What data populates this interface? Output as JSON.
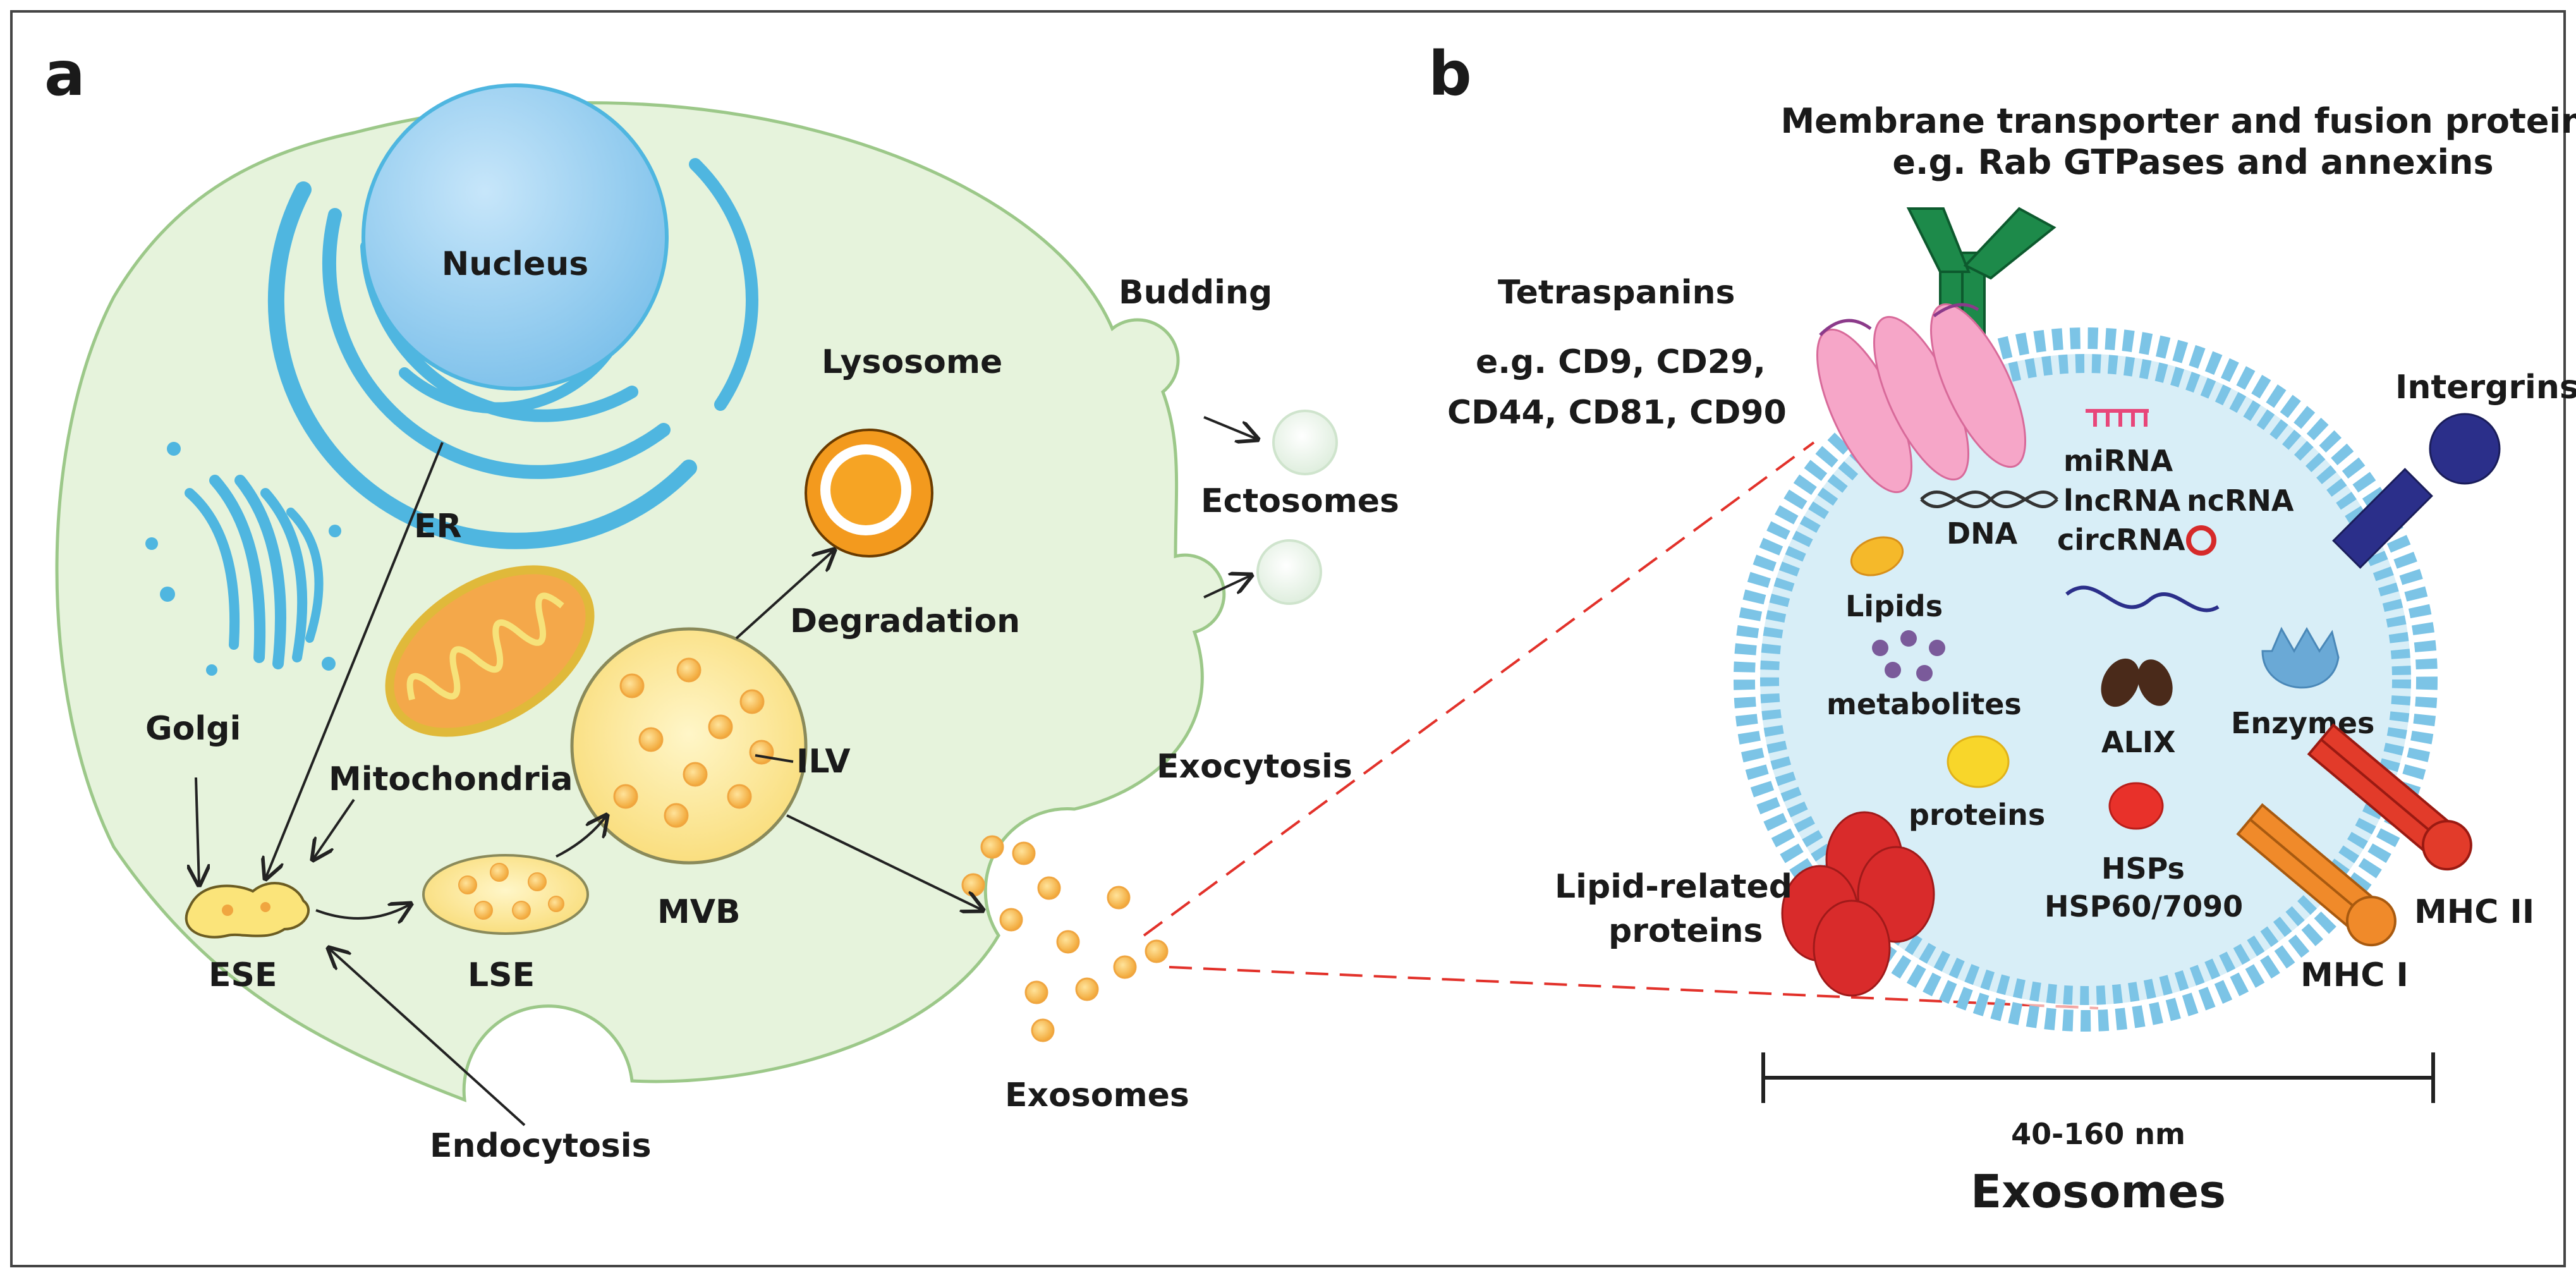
{
  "panels": {
    "a": {
      "letter": "a",
      "labels": {
        "nucleus": "Nucleus",
        "er": "ER",
        "golgi": "Golgi",
        "mitochondria": "Mitochondria",
        "lysosome": "Lysosome",
        "degradation": "Degradation",
        "ilv": "ILV",
        "mvb": "MVB",
        "ese": "ESE",
        "lse": "LSE",
        "endocytosis": "Endocytosis",
        "budding": "Budding",
        "ectosomes": "Ectosomes",
        "exocytosis": "Exocytosis",
        "exosomes": "Exosomes"
      }
    },
    "b": {
      "letter": "b",
      "labels": {
        "membrane_line1": "Membrane transporter and fusion proteins",
        "membrane_line2": "e.g. Rab GTPases and annexins",
        "tetraspanins": "Tetraspanins",
        "tetra_eg1": "e.g. CD9, CD29,",
        "tetra_eg2": "CD44, CD81, CD90",
        "intergrins": "Intergrins",
        "mirna": "miRNA",
        "lncrna": "lncRNA",
        "ncrna": "ncRNA",
        "circrna": "circRNA",
        "dna": "DNA",
        "lipids": "Lipids",
        "metabolites": "metabolites",
        "alix": "ALIX",
        "enzymes": "Enzymes",
        "proteins": "proteins",
        "hsps1": "HSPs",
        "hsps2": "HSP60/7090",
        "lipid_related1": "Lipid-related",
        "lipid_related2": "proteins",
        "mhc2": "MHC II",
        "mhc1": "MHC I",
        "scale": "40-160 nm",
        "title": "Exosomes"
      }
    }
  },
  "colors": {
    "cell_fill": "#e6f3dc",
    "cell_stroke": "#9cc889",
    "organelle_blue": "#4fb6e0",
    "nucleus_fill": "#a8d4f0",
    "vesicle_yellow": "#fbe89a",
    "ilv_orange": "#f6b94a",
    "lysosome_orange": "#f39a1e",
    "exosome_fill": "#d8eef7",
    "exosome_lipid": "#7cc4e6",
    "tetraspanin_pink": "#f6a6c8",
    "transporter_green": "#1d8a4a",
    "integrin_navy": "#2b2f8a",
    "mhc2_red": "#e23b2a",
    "mhc1_orange": "#f08a2a",
    "lipid_protein_red": "#d92b2b",
    "dashed_red": "#e2312a"
  }
}
